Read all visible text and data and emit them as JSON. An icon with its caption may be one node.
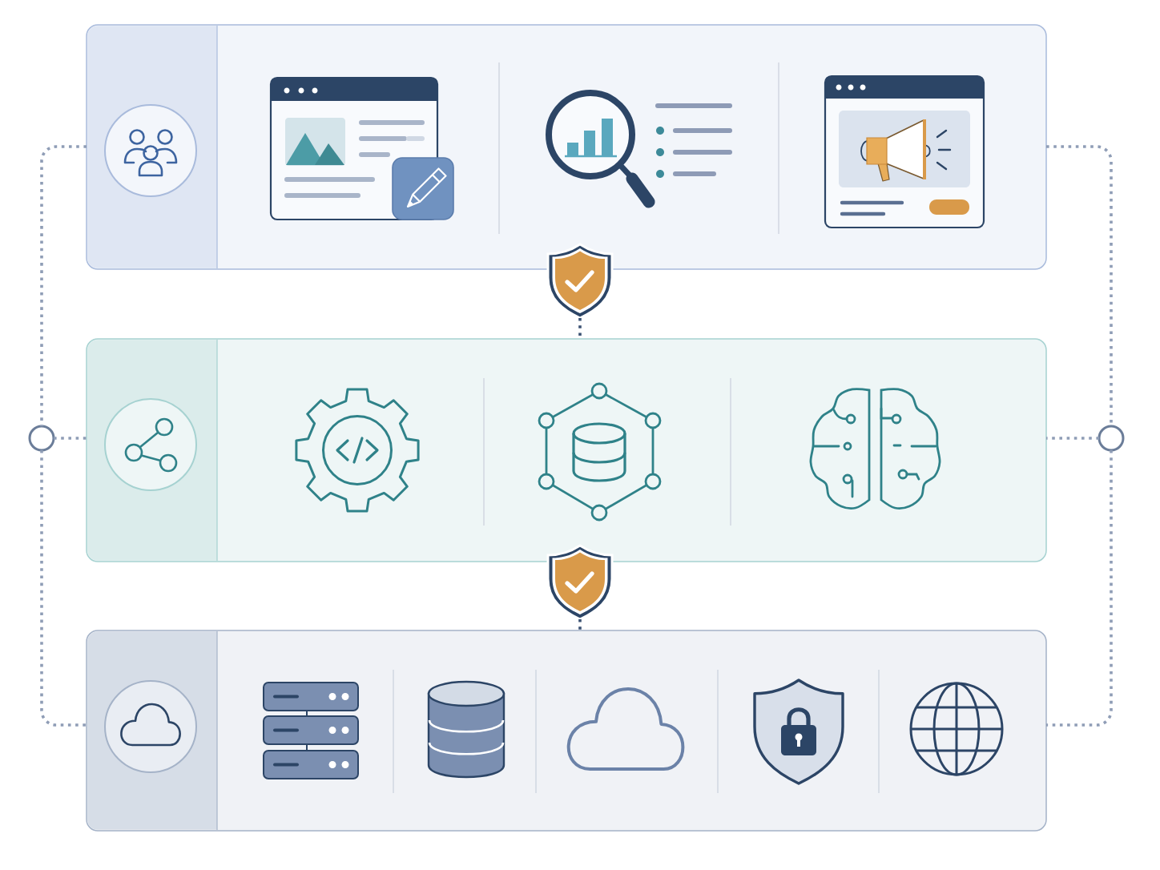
{
  "diagram": {
    "nodes": [
      {
        "text": [],
        "shape": "box"
      },
      {
        "text": [],
        "shape": "circle",
        "in": 0
      },
      {
        "text": [],
        "shape": "box"
      },
      {
        "text": [],
        "shape": "circle",
        "in": 2
      },
      {
        "text": [],
        "shape": "box"
      },
      {
        "text": [],
        "shape": "circle",
        "in": 4
      },
      {
        "text": [],
        "shape": "circle"
      },
      {
        "text": [],
        "shape": "circle"
      },
      {
        "text": [],
        "shape": "shield"
      },
      {
        "text": [],
        "shape": "shield"
      }
    ],
    "edges": [
      {
        "from": 0,
        "to": 6,
        "arrow": "none",
        "style": "dashed"
      },
      {
        "from": 6,
        "to": 4,
        "arrow": "none",
        "style": "dashed"
      },
      {
        "from": 6,
        "to": 2,
        "arrow": "none",
        "style": "dashed"
      },
      {
        "from": 0,
        "to": 7,
        "arrow": "none",
        "style": "dashed"
      },
      {
        "from": 7,
        "to": 4,
        "arrow": "none",
        "style": "dashed"
      },
      {
        "from": 7,
        "to": 2,
        "arrow": "none",
        "style": "dashed"
      },
      {
        "from": 8,
        "to": 2,
        "arrow": "none",
        "style": "dashed",
        "color": "#3b5273"
      },
      {
        "from": 9,
        "to": 4,
        "arrow": "none",
        "style": "dashed",
        "color": "#3b5273"
      }
    ]
  }
}
